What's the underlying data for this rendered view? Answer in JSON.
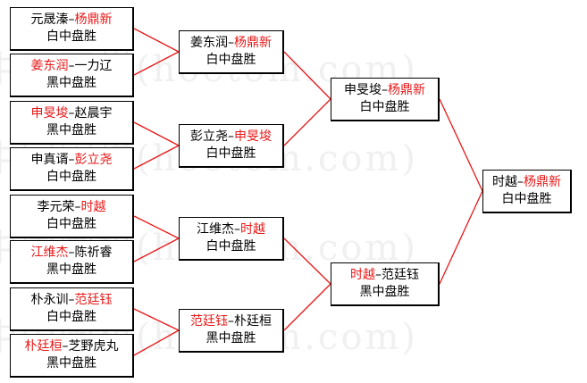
{
  "watermark": "中国围棋(hoetom.com)",
  "accent_color": "#e81818",
  "line_color": "#e81818",
  "matches": [
    {
      "id": "r1m1",
      "p1": "元晟溱",
      "p2": "杨鼎新",
      "winner": 2,
      "result": "白中盘胜"
    },
    {
      "id": "r1m2",
      "p1": "姜东润",
      "p2": "一力辽",
      "winner": 1,
      "result": "黑中盘胜"
    },
    {
      "id": "r1m3",
      "p1": "申旻埈",
      "p2": "赵晨宇",
      "winner": 1,
      "result": "黑中盘胜"
    },
    {
      "id": "r1m4",
      "p1": "申真谞",
      "p2": "彭立尧",
      "winner": 2,
      "result": "白中盘胜"
    },
    {
      "id": "r1m5",
      "p1": "李元荣",
      "p2": "时越",
      "winner": 2,
      "result": "白中盘胜"
    },
    {
      "id": "r1m6",
      "p1": "江维杰",
      "p2": "陈祈睿",
      "winner": 1,
      "result": "黑中盘胜"
    },
    {
      "id": "r1m7",
      "p1": "朴永训",
      "p2": "范廷钰",
      "winner": 2,
      "result": "白中盘胜"
    },
    {
      "id": "r1m8",
      "p1": "朴廷桓",
      "p2": "芝野虎丸",
      "winner": 1,
      "result": "黑中盘胜"
    },
    {
      "id": "r2m1",
      "p1": "姜东润",
      "p2": "杨鼎新",
      "winner": 2,
      "result": "白中盘胜"
    },
    {
      "id": "r2m2",
      "p1": "彭立尧",
      "p2": "申旻埈",
      "winner": 2,
      "result": "白中盘胜"
    },
    {
      "id": "r2m3",
      "p1": "江维杰",
      "p2": "时越",
      "winner": 2,
      "result": "白中盘胜"
    },
    {
      "id": "r2m4",
      "p1": "范廷钰",
      "p2": "朴廷桓",
      "winner": 1,
      "result": "黑中盘胜"
    },
    {
      "id": "r3m1",
      "p1": "申旻埈",
      "p2": "杨鼎新",
      "winner": 2,
      "result": "白中盘胜"
    },
    {
      "id": "r3m2",
      "p1": "时越",
      "p2": "范廷钰",
      "winner": 1,
      "result": "黑中盘胜"
    },
    {
      "id": "final",
      "p1": "时越",
      "p2": "杨鼎新",
      "winner": 2,
      "result": "白中盘胜"
    }
  ]
}
